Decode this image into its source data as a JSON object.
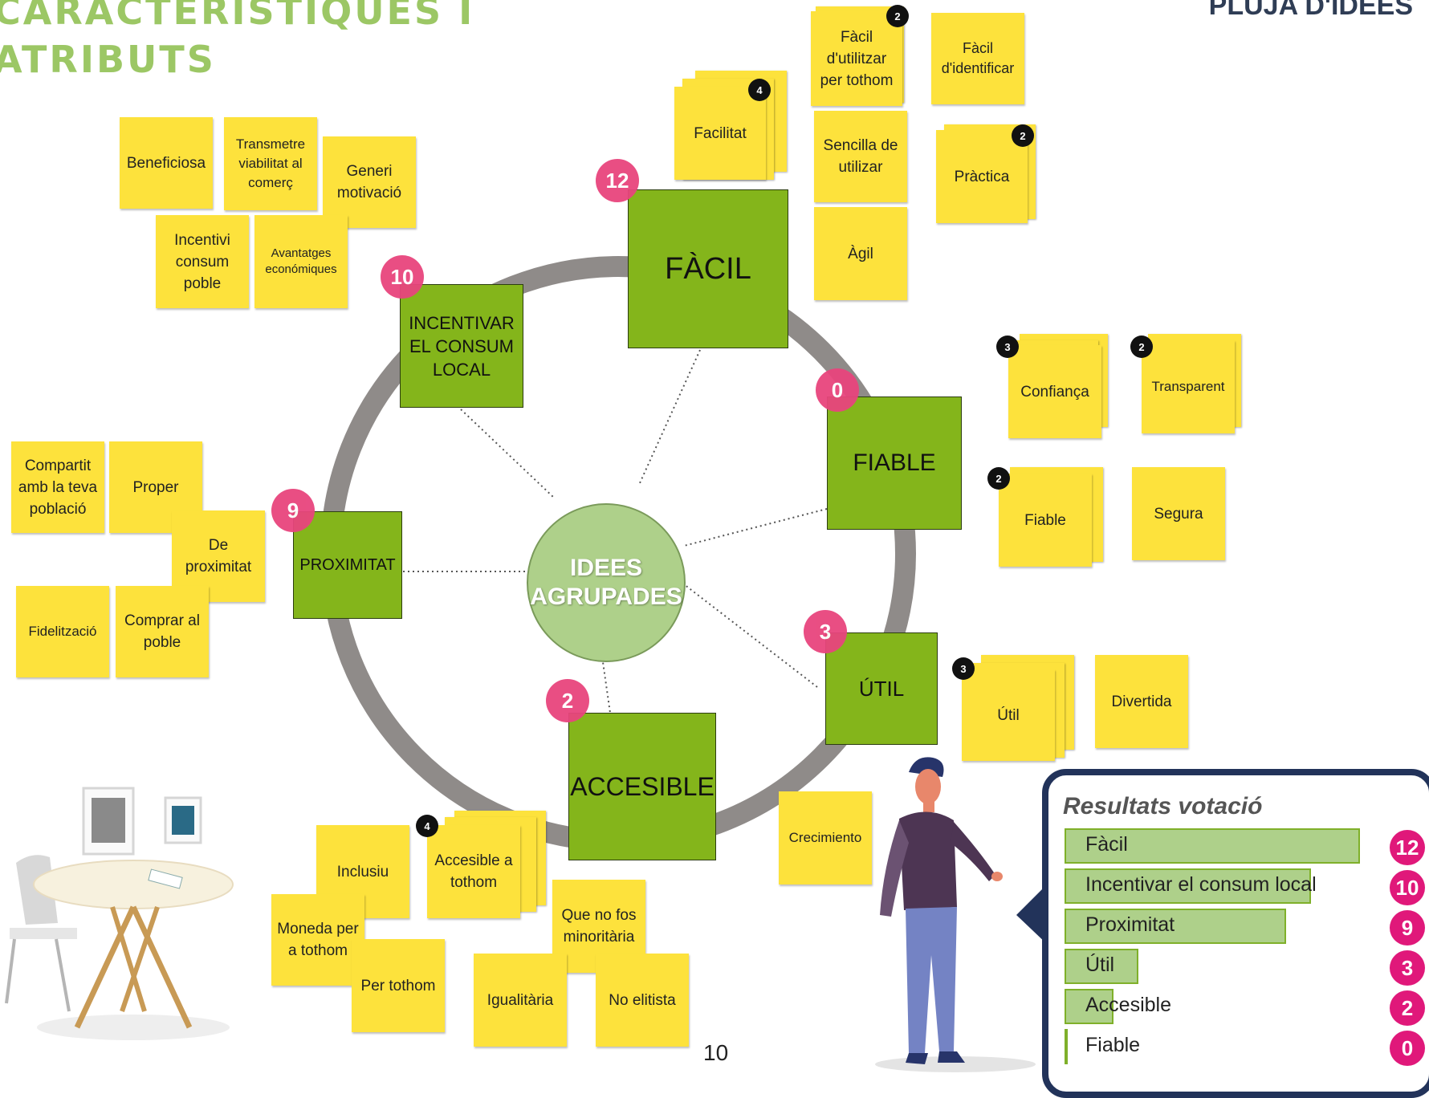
{
  "header": {
    "title_line1": "CARACTERÍSTIQUES I",
    "title_line2": "ATRIBUTS",
    "brainstorm": "PLUJA D'IDEES"
  },
  "center_label": [
    "IDEES",
    "AGRUPADES"
  ],
  "categories": {
    "facil": {
      "label": "FÀCIL",
      "votes": "12"
    },
    "incentivar": {
      "label": "INCENTIVAR EL CONSUM LOCAL",
      "votes": "10"
    },
    "fiable": {
      "label": "FIABLE",
      "votes": "0"
    },
    "proximitat": {
      "label": "PROXIMITAT",
      "votes": "9"
    },
    "util": {
      "label": "ÚTIL",
      "votes": "3"
    },
    "accesible": {
      "label": "ACCESIBLE",
      "votes": "2"
    }
  },
  "notes": {
    "beneficiosa": "Beneficiosa",
    "transmetre": "Transmetre viabilitat al comerç",
    "generi": "Generi motivació",
    "incentivi": "Incentivi consum poble",
    "avantatges": "Avantatges económiques",
    "facilitat": "Facilitat",
    "facil_utilitzar": "Fàcil d'utilitzar per tothom",
    "facil_identificar": "Fàcil d'identificar",
    "sencilla": "Sencilla de utilizar",
    "practica": "Pràctica",
    "agil": "Àgil",
    "confianca": "Confiança",
    "transparent": "Transparent",
    "fiable": "Fiable",
    "segura": "Segura",
    "compartit": "Compartit amb la teva població",
    "proper": "Proper",
    "de_proximitat": "De proximitat",
    "fidelitzacio": "Fidelització",
    "comprar": "Comprar al poble",
    "util": "Útil",
    "divertida": "Divertida",
    "crecimiento": "Crecimiento",
    "inclusiu": "Inclusiu",
    "accesible_tothom": "Accesible a tothom",
    "moneda": "Moneda per a tothom",
    "per_tothom": "Per tothom",
    "que_no_fos": "Que no fos minoritària",
    "igualitaria": "Igualitària",
    "no_elitista": "No elitista"
  },
  "stack_counts": {
    "facilitat": "4",
    "facil_utilitzar": "2",
    "practica": "2",
    "confianca": "3",
    "transparent": "2",
    "fiable": "2",
    "util": "3",
    "accesible_tothom": "4"
  },
  "page_number": "10",
  "results": {
    "title": "Resultats votació",
    "rows": [
      {
        "label": "Fàcil",
        "votes": "12",
        "value": 12
      },
      {
        "label": "Incentivar el consum local",
        "votes": "10",
        "value": 10
      },
      {
        "label": "Proximitat",
        "votes": "9",
        "value": 9
      },
      {
        "label": "Útil",
        "votes": "3",
        "value": 3
      },
      {
        "label": "Accesible",
        "votes": "2",
        "value": 2
      },
      {
        "label": "Fiable",
        "votes": "0",
        "value": 0
      }
    ]
  },
  "colors": {
    "category_green": "#84b51b",
    "note_yellow": "#fde23c",
    "vote_pink": "#e8457d",
    "ring_gray": "#8f8b89",
    "title_green": "#9cc765",
    "panel_navy": "#22335a"
  }
}
